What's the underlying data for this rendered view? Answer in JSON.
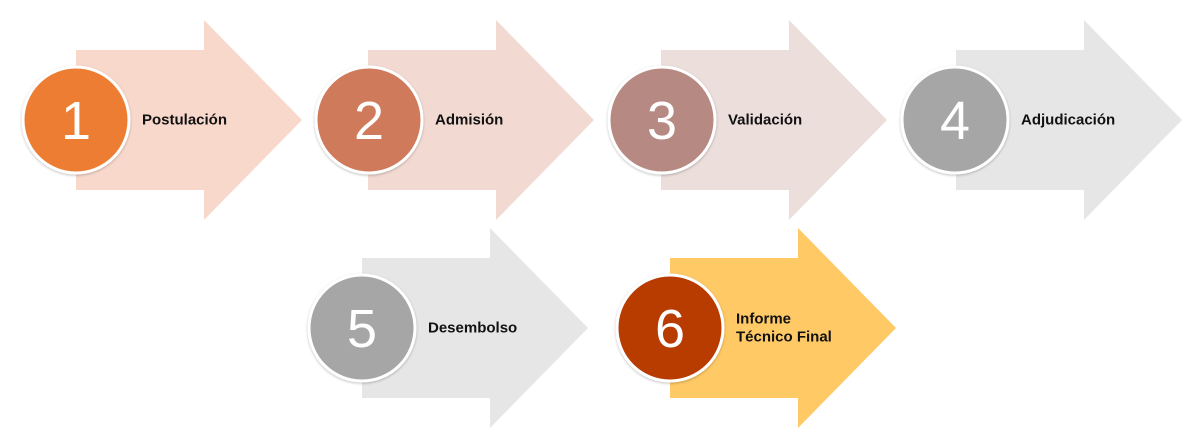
{
  "steps": [
    {
      "number": "1",
      "label_lines": [
        "Postulación"
      ],
      "circle_color": "#ED7D31",
      "arrow_color": "#F9D8CC"
    },
    {
      "number": "2",
      "label_lines": [
        "Admisión"
      ],
      "circle_color": "#D07A5B",
      "arrow_color": "#F2DAD3"
    },
    {
      "number": "3",
      "label_lines": [
        "Validación"
      ],
      "circle_color": "#B68A82",
      "arrow_color": "#EBDEDB"
    },
    {
      "number": "4",
      "label_lines": [
        "Adjudicación"
      ],
      "circle_color": "#A6A6A6",
      "arrow_color": "#E6E6E6"
    },
    {
      "number": "5",
      "label_lines": [
        "Desembolso"
      ],
      "circle_color": "#A6A6A6",
      "arrow_color": "#E6E6E6"
    },
    {
      "number": "6",
      "label_lines": [
        "Informe",
        "Técnico Final"
      ],
      "circle_color": "#B83A06",
      "arrow_color": "#FFC966"
    }
  ]
}
